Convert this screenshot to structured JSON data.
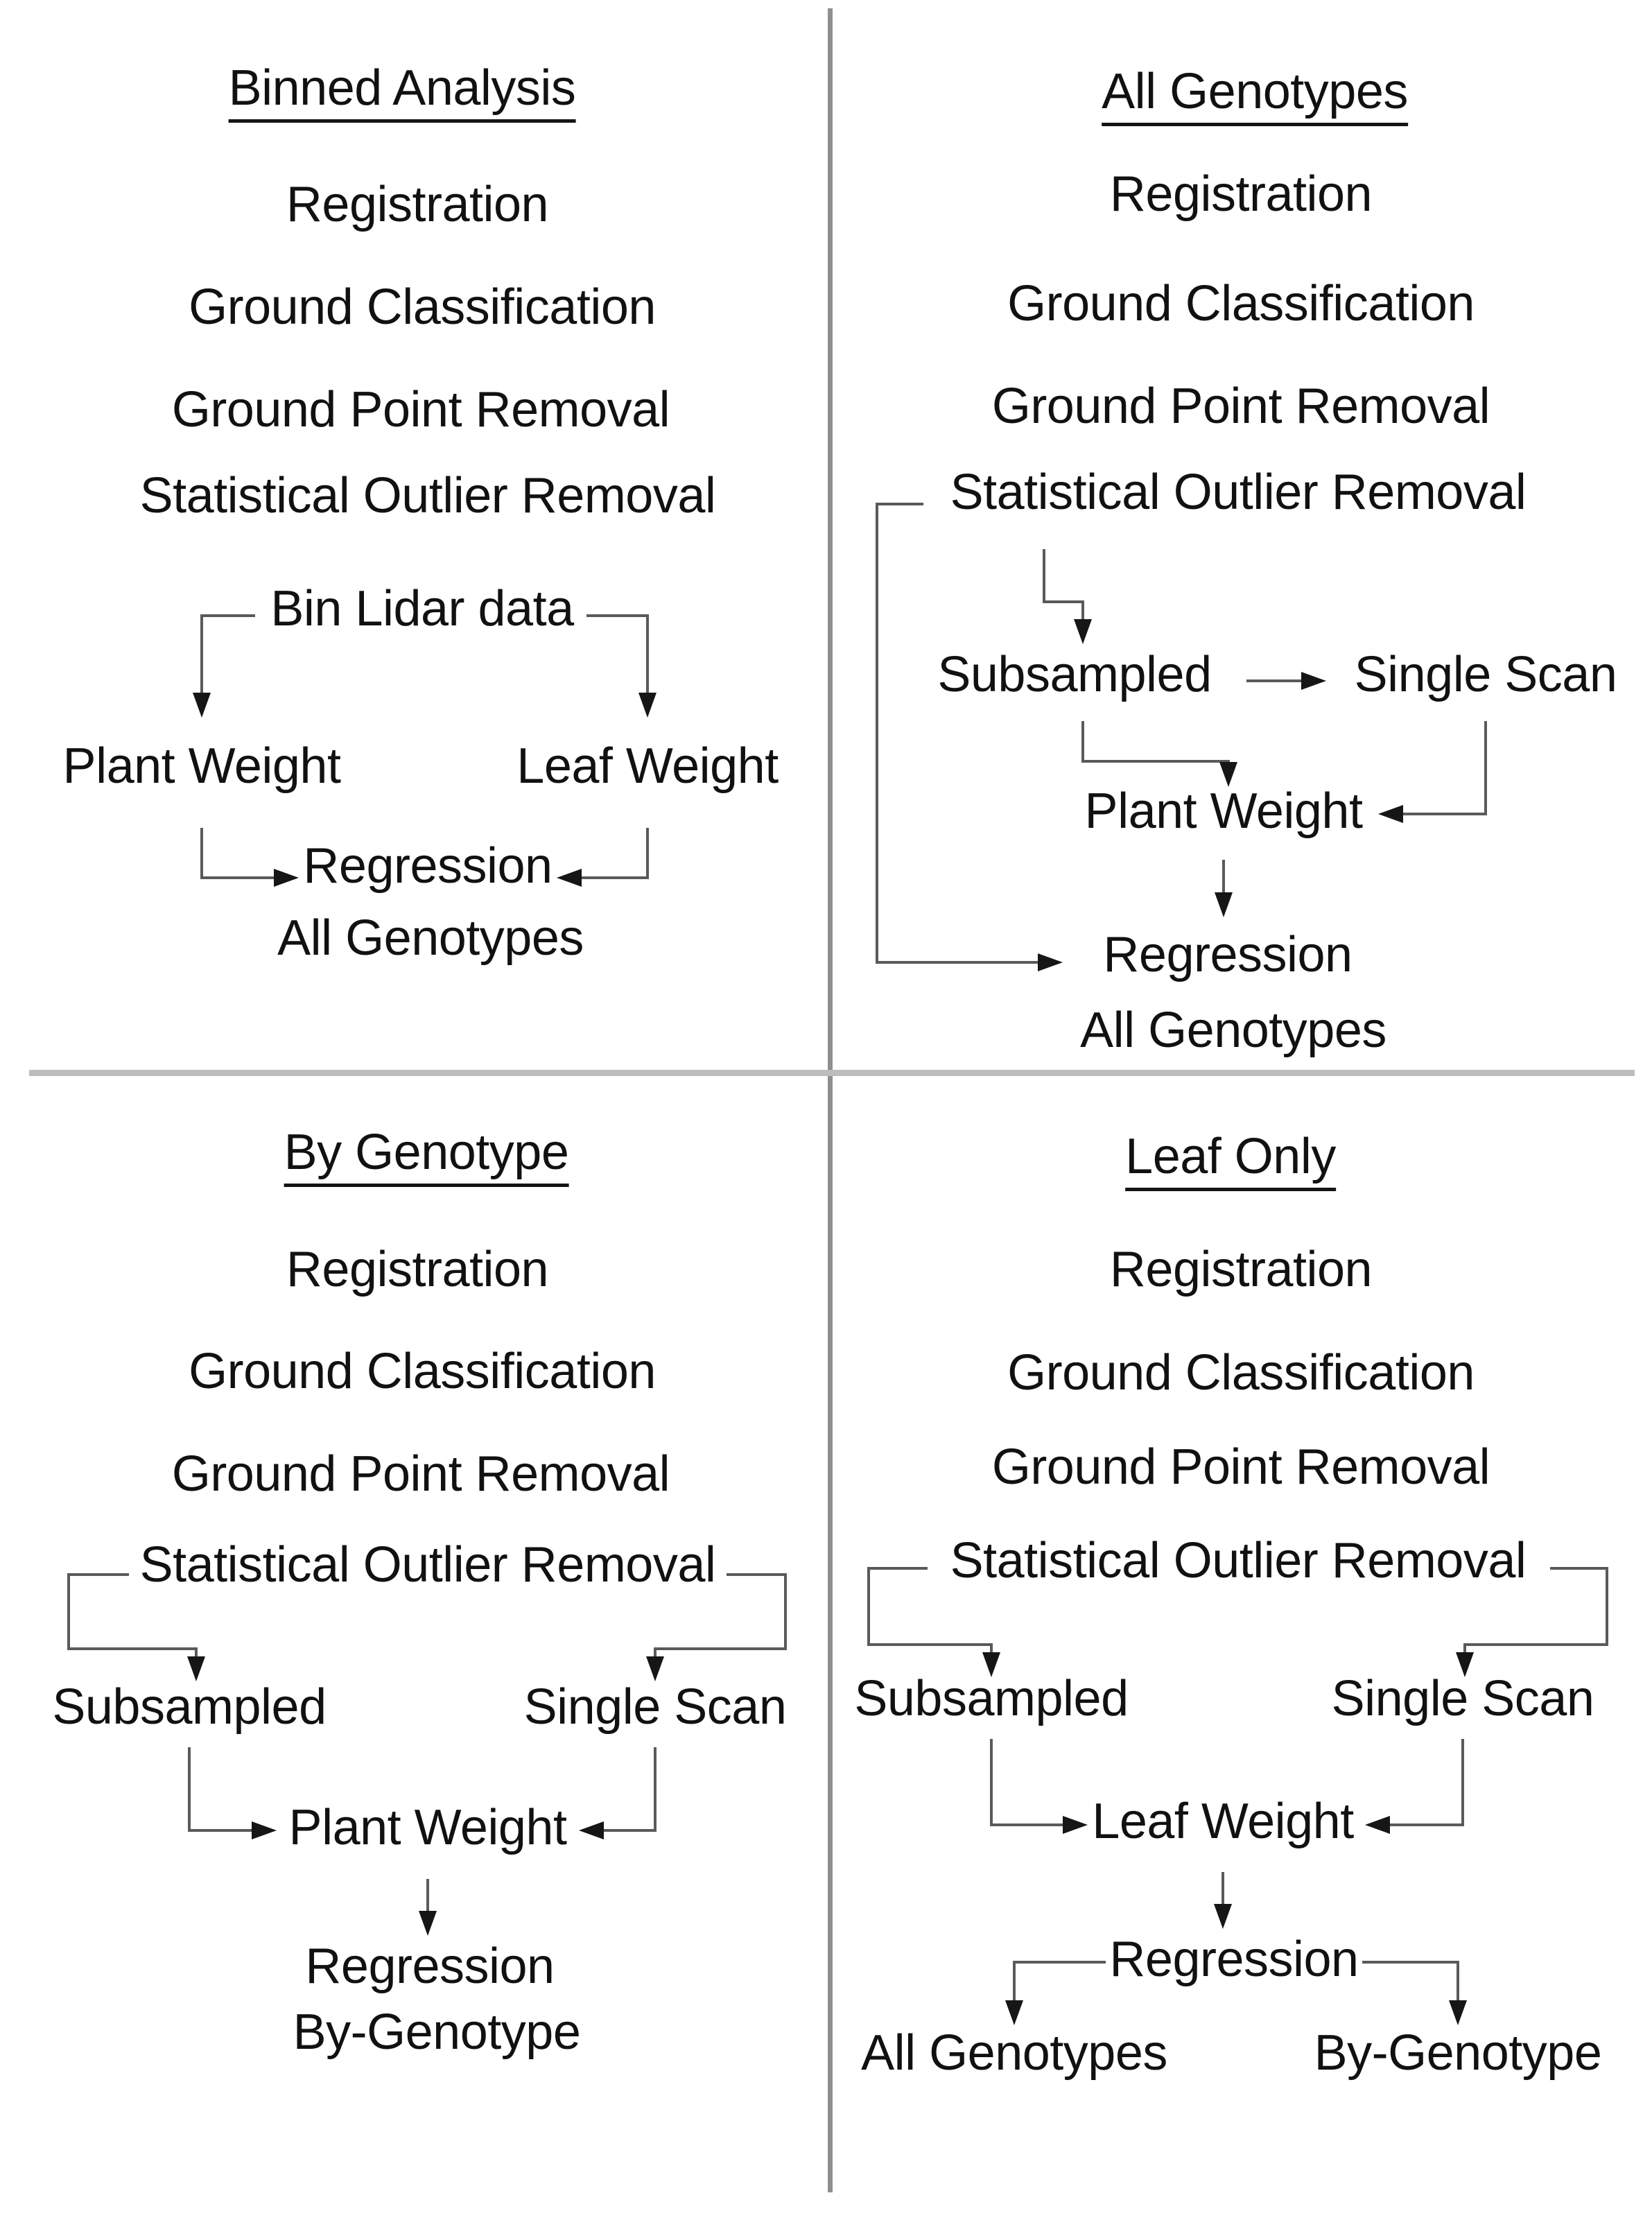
{
  "page": {
    "background": "#ffffff"
  },
  "styles": {
    "text_color": "#111111",
    "connector_line_color": "#5a5a5a",
    "arrowhead_color": "#161616",
    "divider_vertical_color": "#8f8f8f",
    "divider_horizontal_color": "#bdbdbd"
  },
  "quadrants": [
    {
      "id": "binned-analysis",
      "title": "Binned Analysis",
      "steps": [
        "Registration",
        "Ground Classification",
        "Ground Point Removal",
        "Statistical Outlier Removal"
      ],
      "nodes": {
        "bin_lidar": "Bin Lidar data",
        "plant_weight": "Plant Weight",
        "leaf_weight": "Leaf Weight",
        "regression": "Regression",
        "scope": "All Genotypes"
      }
    },
    {
      "id": "all-genotypes",
      "title": "All Genotypes",
      "steps": [
        "Registration",
        "Ground Classification",
        "Ground Point Removal",
        "Statistical Outlier Removal"
      ],
      "nodes": {
        "subsampled": "Subsampled",
        "single_scan": "Single Scan",
        "plant_weight": "Plant Weight",
        "regression": "Regression",
        "scope": "All Genotypes"
      }
    },
    {
      "id": "by-genotype",
      "title": "By Genotype",
      "steps": [
        "Registration",
        "Ground Classification",
        "Ground Point Removal",
        "Statistical Outlier Removal"
      ],
      "nodes": {
        "subsampled": "Subsampled",
        "single_scan": "Single Scan",
        "plant_weight": "Plant Weight",
        "regression": "Regression",
        "scope": "By-Genotype"
      }
    },
    {
      "id": "leaf-only",
      "title": "Leaf Only",
      "steps": [
        "Registration",
        "Ground Classification",
        "Ground Point Removal",
        "Statistical Outlier Removal"
      ],
      "nodes": {
        "subsampled": "Subsampled",
        "single_scan": "Single Scan",
        "leaf_weight": "Leaf Weight",
        "regression": "Regression",
        "scope_left": "All Genotypes",
        "scope_right": "By-Genotype"
      }
    }
  ]
}
